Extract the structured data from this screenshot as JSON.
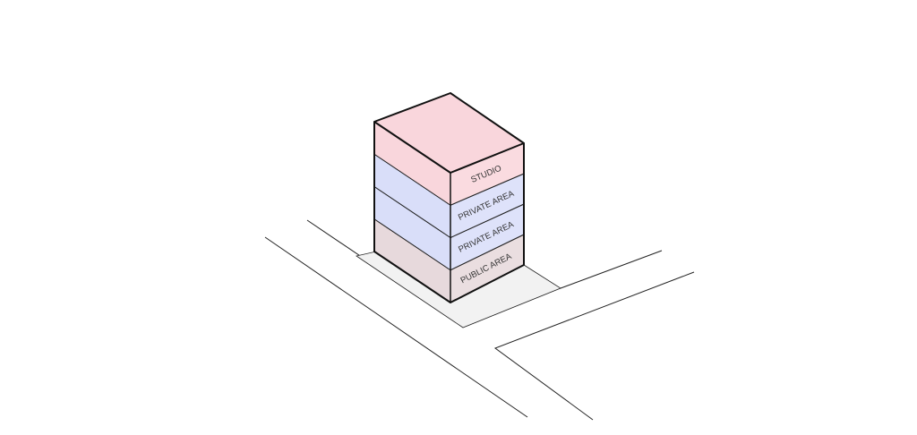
{
  "diagram": {
    "floors": [
      {
        "label": "PUBLIC AREA",
        "color": "#e7d9dc"
      },
      {
        "label": "PRIVATE AREA",
        "color": "#d9def9"
      },
      {
        "label": "PRIVATE AREA",
        "color": "#d9def9"
      },
      {
        "label": "STUDIO",
        "color": "#f9d6dc"
      }
    ],
    "roof_color": "#f9d6dc",
    "front_color_shift": "lighter",
    "ground_pad_color": "#f2f2f2",
    "line_color": "#222222"
  }
}
